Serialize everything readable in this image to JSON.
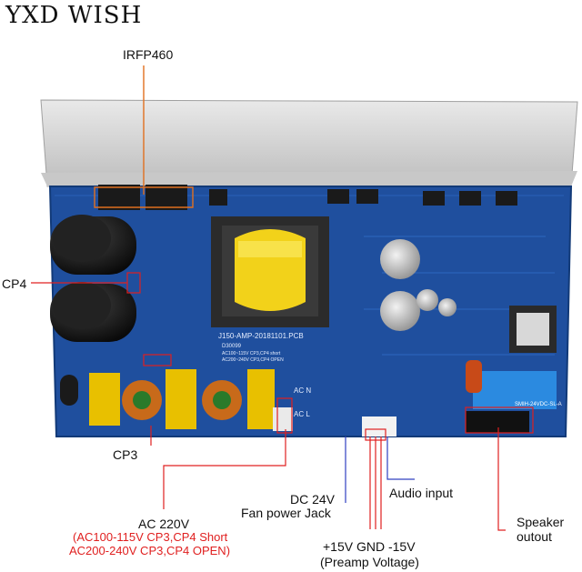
{
  "brand": "YXD WISH",
  "labels": {
    "irfp": "IRFP460",
    "cp4": "CP4",
    "cp3": "CP3",
    "dc24": "DC 24V",
    "fan": "Fan power Jack",
    "audio": "Audio input",
    "ac220": "AC 220V",
    "ac_line1": "(AC100-115V  CP3,CP4 Short",
    "ac_line2": "AC200-240V  CP3,CP4 OPEN)",
    "preamp1": "+15V GND -15V",
    "preamp2": "(Preamp Voltage)",
    "speaker1": "Speaker",
    "speaker2": "outout"
  },
  "pcb": {
    "model": "J150-AMP-20181101.PCB",
    "code": "D30099",
    "note1": "AC100~115V  CP3,CP4 short",
    "note2": "AC200~240V  CP3,CP4 OPEN",
    "acn": "AC N",
    "acl": "AC L",
    "relay": "SMIH-24VDC-SL-A"
  },
  "colors": {
    "board": "#1f4f9e",
    "heatsink": "#d9d9d9",
    "callout_red": "#e02020",
    "callout_blue": "#3040c0"
  }
}
